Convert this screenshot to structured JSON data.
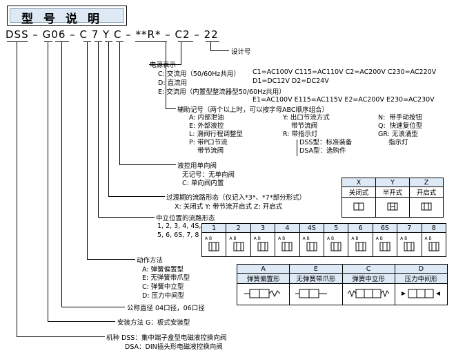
{
  "title": "型号说明",
  "model": {
    "parts": [
      "DSS",
      "–",
      "G",
      "06",
      "–",
      "C",
      "7",
      "Y",
      "C",
      "–",
      "**R*",
      "–",
      "C2",
      "–",
      "22"
    ]
  },
  "design_no": "设计号",
  "power": {
    "header": "电源表示",
    "rows": [
      {
        "lead": "C:",
        "label": "交流用（50/60Hz共用）",
        "values": "C1=AC100V   C115=AC110V   C2=AC200V   C230=AC220V"
      },
      {
        "lead": "D:",
        "label": "直流用",
        "values": "D1=DC12V   D2=DC24V"
      },
      {
        "lead": "E:",
        "label": "交流用（内置型整流器型50/60Hz共用）",
        "values": ""
      },
      {
        "lead": "",
        "label": "",
        "values": "E1=AC100V   E115=AC115V   E2=AC200V   E230=AC230V"
      }
    ]
  },
  "aux": {
    "header": "辅助记号（两个以上时，可以按字母ABC顺序组合）",
    "col1": [
      "A: 内部泄油",
      "E: 外部液控",
      "L: 滑阀行程调整型",
      "P: 带P口节流",
      "    带节流阀"
    ],
    "col2": [
      "Y: 出口节流方式",
      "    带节流阀",
      "R: 带指示灯",
      "DSS型：标准装备",
      "DSA型：选购件"
    ],
    "col3": [
      "N:  带手动按钮",
      "Q:  快速复位型",
      "GR: 无浪涌型",
      "     指示灯"
    ]
  },
  "check": {
    "header": "液控用单向阀",
    "lines": [
      "无记号：无单向阀",
      "C:  单向阀内置"
    ]
  },
  "transition": {
    "header": "过渡期的流路形态（仅记入*3*、*7*部分形式）",
    "options": "X: 关闭式   Y: 带节流开启式   Z: 开启式",
    "table": {
      "letters": [
        "X",
        "Y",
        "Z"
      ],
      "names": [
        "关闭式",
        "半开式",
        "开启式"
      ]
    }
  },
  "center": {
    "header": "中立位置的流路形态",
    "lines": [
      "1, 2, 3, 4, 4S,",
      "5, 6, 6S, 7, 8"
    ],
    "table": {
      "cols": [
        "1",
        "2",
        "3",
        "4",
        "4S",
        "5",
        "6",
        "6S",
        "7",
        "8"
      ],
      "port": "A B"
    }
  },
  "action": {
    "header": "动作方法",
    "lines": [
      "A: 弹簧偏置型",
      "E: 无弹簧带爪型",
      "C: 弹簧中立型",
      "D: 压力中间型"
    ],
    "table": {
      "letters": [
        "A",
        "E",
        "C",
        "D"
      ],
      "names": [
        "弹簧偏置形",
        "无弹簧带爪形",
        "弹簧中立形",
        "压力中间形"
      ]
    }
  },
  "size": {
    "text": "公称直径   04口径，06口径"
  },
  "mount": {
    "text": "安装方法   G：板式安装型"
  },
  "type": {
    "lines": [
      "机种   DSS：集中端子盒型电磁液控换向阀",
      "DSA：DIN插头形电磁液控换向阀"
    ]
  }
}
